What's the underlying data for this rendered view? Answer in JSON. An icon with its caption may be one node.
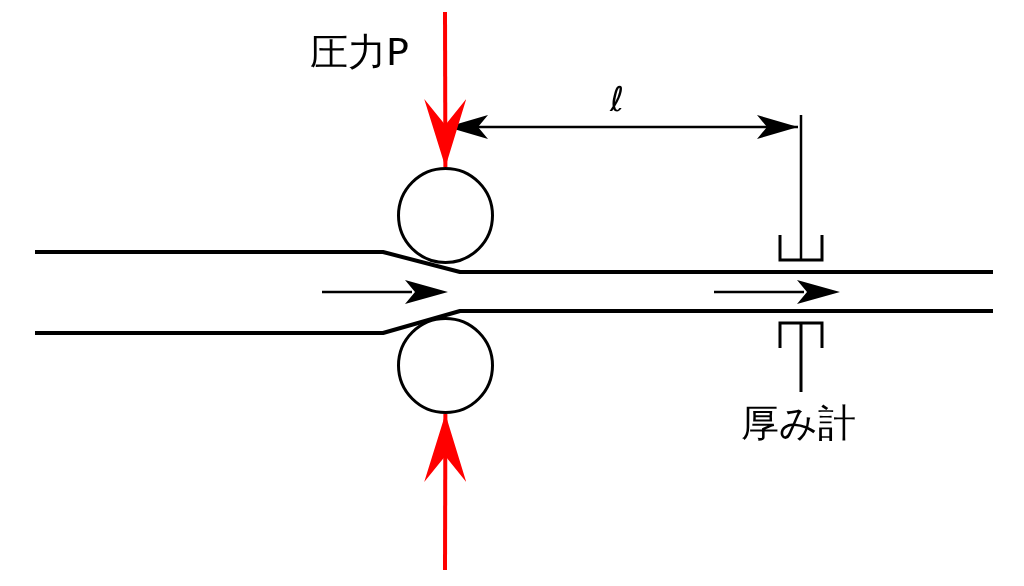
{
  "diagram": {
    "nodes": [
      {
        "text": [],
        "shape": "circle"
      },
      {
        "text": [],
        "shape": "circle"
      }
    ],
    "edges": [
      {
        "from": null,
        "to": 0,
        "arrow": "to",
        "color": "#ff0000"
      },
      {
        "from": null,
        "to": 1,
        "arrow": "to",
        "color": "#ff0000"
      }
    ],
    "labels": [
      "圧力P",
      "ℓ",
      "厚み計"
    ]
  }
}
